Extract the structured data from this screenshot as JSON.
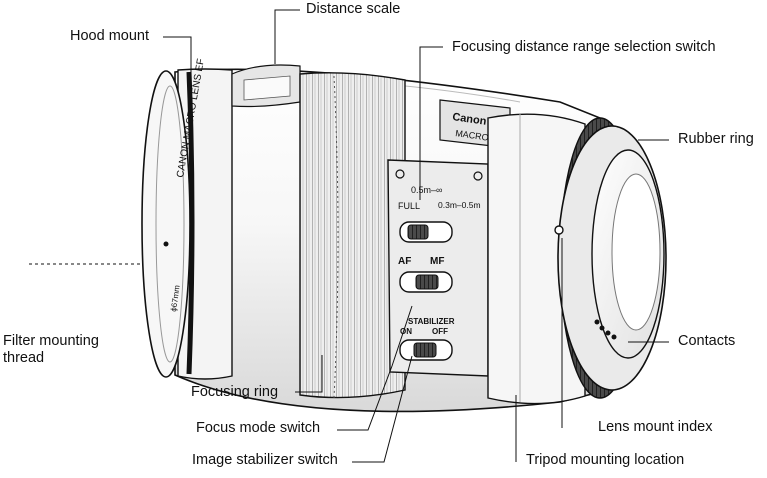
{
  "labels": {
    "distance_scale": "Distance scale",
    "hood_mount": "Hood mount",
    "focusing_distance_range_selection_switch": "Focusing distance range selection switch",
    "rubber_ring": "Rubber ring",
    "filter_mounting_thread_line1": "Filter mounting",
    "filter_mounting_thread_line2": "thread",
    "contacts": "Contacts",
    "focusing_ring": "Focusing ring",
    "lens_mount_index": "Lens mount index",
    "focus_mode_switch": "Focus mode switch",
    "image_stabilizer_switch": "Image stabilizer switch",
    "tripod_mounting_location": "Tripod mounting location"
  },
  "lens_markings": {
    "barrel_text": "CANON  MACRO  LENS EF",
    "filter_size": "ϕ67mm",
    "brand_partial": "Canon",
    "macro_partial": "MACRO L",
    "range_full": "FULL",
    "range_near": "0.5m–∞",
    "range_macro": "0.3m–0.5m",
    "af": "AF",
    "mf": "MF",
    "stabilizer": "STABILIZER",
    "on": "ON",
    "off": "OFF"
  },
  "colors": {
    "line": "#111111",
    "body": "#f2f2f2",
    "shade": "#d8d8d8",
    "dark": "#2a2a2a"
  }
}
